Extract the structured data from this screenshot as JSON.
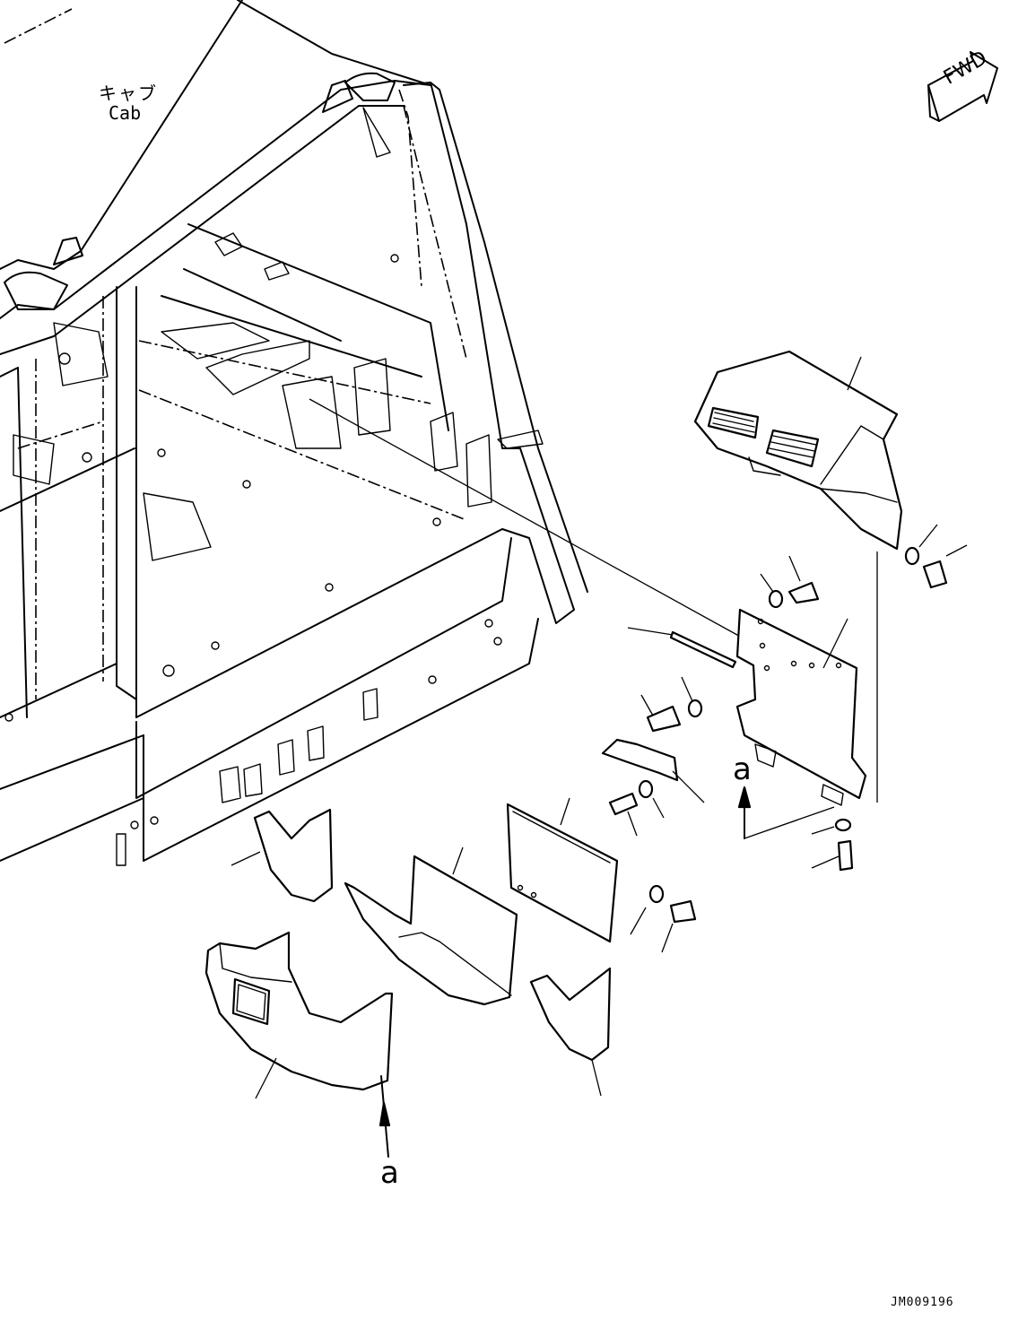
{
  "cab_label": {
    "japanese": "キャブ",
    "english": "Cab"
  },
  "direction_marker": {
    "text": "FWD",
    "icon": "forward-arrow-icon"
  },
  "view_markers": [
    "a",
    "a"
  ],
  "drawing_code": "JM009196"
}
